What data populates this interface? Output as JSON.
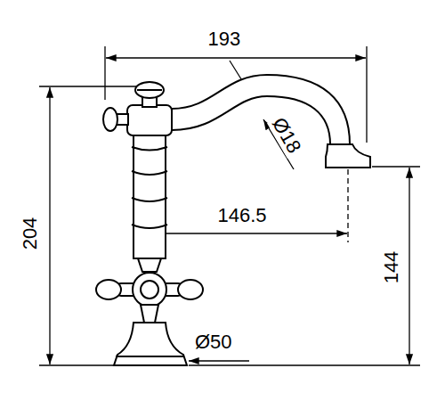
{
  "diagram": {
    "labels": [
      "193",
      "Ø18",
      "146.5",
      "204",
      "144",
      "Ø50"
    ]
  }
}
